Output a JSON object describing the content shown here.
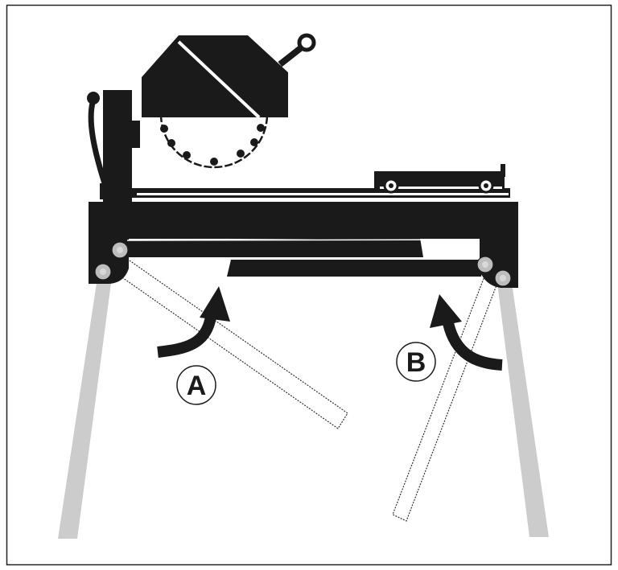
{
  "figure": {
    "callouts": [
      {
        "id": "A",
        "label": "A"
      },
      {
        "id": "B",
        "label": "B"
      }
    ]
  },
  "colors": {
    "ink": "#1a1a1a",
    "leg": "#cccccc",
    "knob": "#bdbdbd",
    "background": "#ffffff",
    "border": "#222222"
  },
  "icons": {
    "arrows": "curved-arrow",
    "knobs": "locking-knob"
  }
}
